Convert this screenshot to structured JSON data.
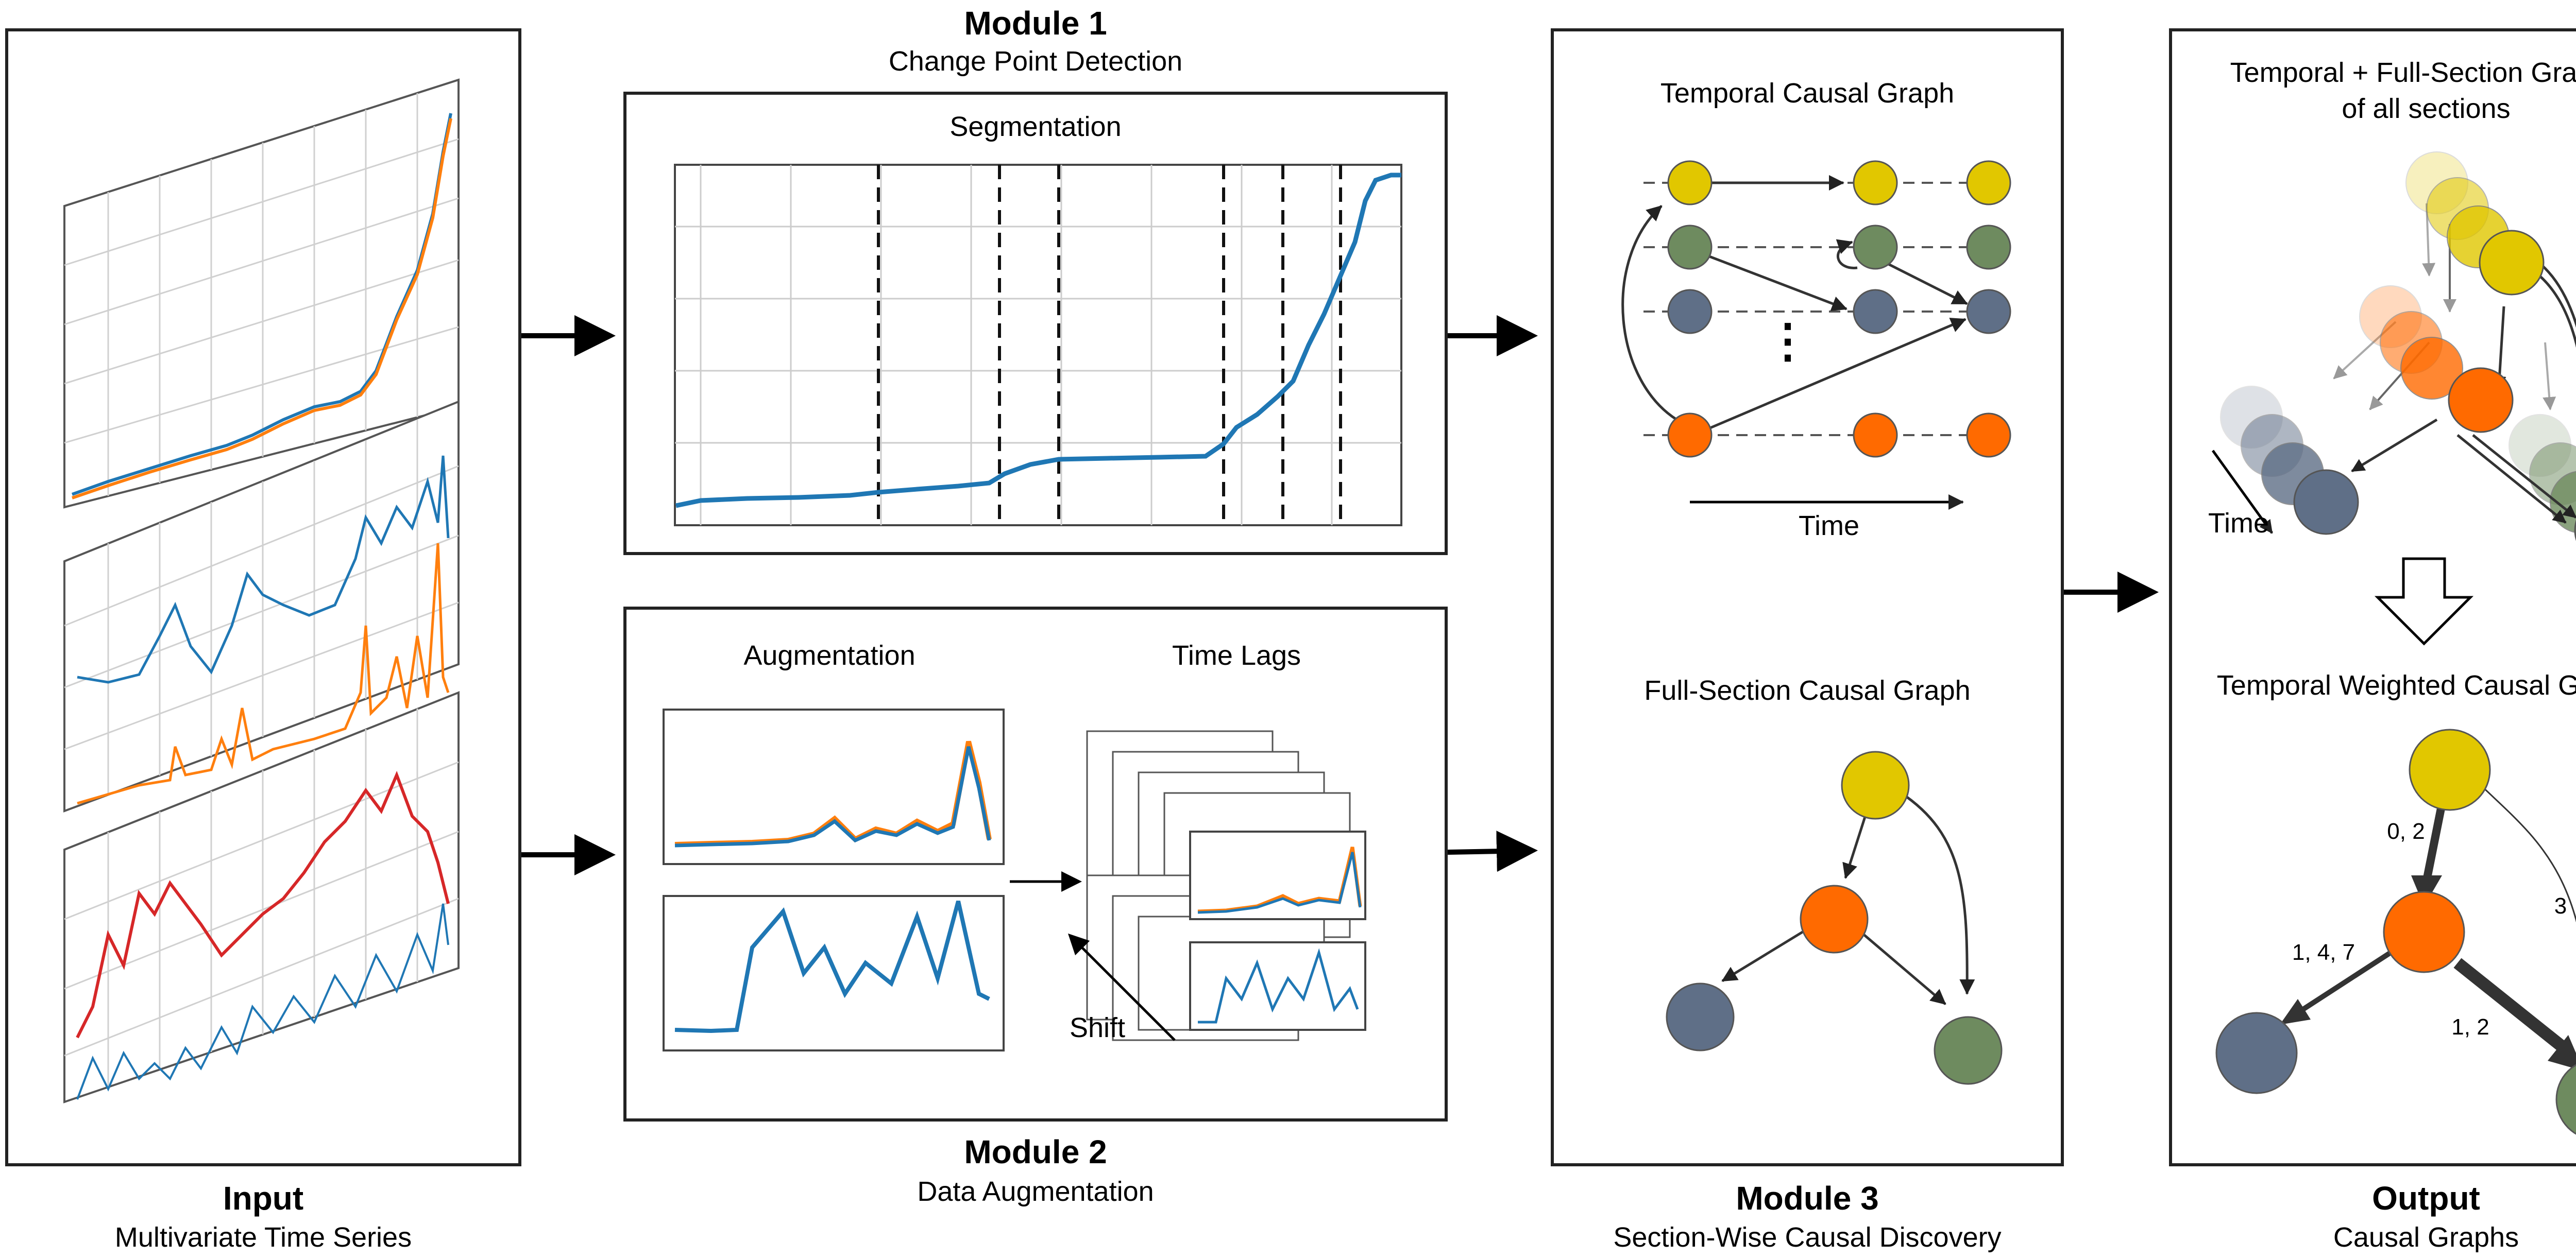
{
  "colors": {
    "yellow": "#E1C700",
    "green": "#6E8B5F",
    "slate": "#5F6F87",
    "orange": "#FF6A00",
    "blue_series": "#1F77B4",
    "orange_series": "#FF7F0E",
    "red_series": "#D62728"
  },
  "input": {
    "title": "Input",
    "subtitle": "Multivariate Time Series"
  },
  "module1": {
    "title": "Module 1",
    "subtitle": "Change Point Detection",
    "panel_label": "Segmentation"
  },
  "module2": {
    "title": "Module 2",
    "subtitle": "Data Augmentation",
    "augmentation_label": "Augmentation",
    "time_lags_label": "Time Lags",
    "shift_label": "Shift"
  },
  "module3": {
    "title": "Module 3",
    "subtitle": "Section-Wise Causal Discovery",
    "temporal_label": "Temporal Causal Graph",
    "time_label": "Time",
    "ellipsis": "⋮",
    "full_section_label": "Full-Section Causal Graph"
  },
  "output": {
    "title": "Output",
    "subtitle": "Causal Graphs",
    "top_label_line1": "Temporal + Full-Section Graphs",
    "top_label_line2": "of all sections",
    "time_label": "Time",
    "weighted_label": "Temporal Weighted Causal Graph",
    "edge_labels": [
      "0, 2",
      "3",
      "1, 4, 7",
      "1, 2"
    ]
  }
}
